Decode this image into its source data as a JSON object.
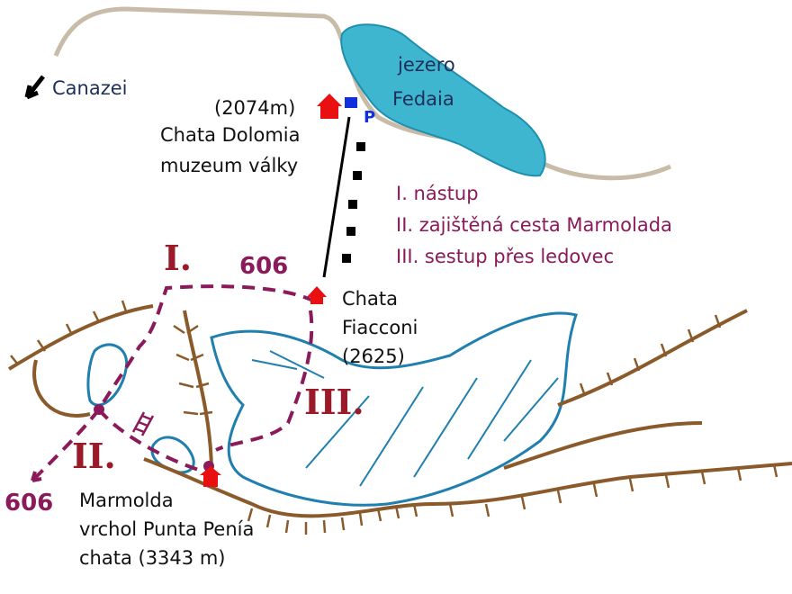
{
  "places": {
    "canazei": "Canazei",
    "lake_line1": "jezero",
    "lake_line2": "Fedaia",
    "dolomia_alt": "(2074m)",
    "dolomia_line1": "Chata Dolomia",
    "dolomia_line2": "muzeum války",
    "parking": "P",
    "fiacconi_line1": "Chata",
    "fiacconi_line2": "Fiacconi",
    "fiacconi_line3": "(2625)",
    "summit_line1": "Marmolda",
    "summit_line2": "vrchol Punta Penía",
    "summit_line3": "chata (3343 m)"
  },
  "legend": [
    "I.  nástup",
    "II. zajištěná cesta Marmolada",
    "III. sestup přes ledovec"
  ],
  "route_marks": {
    "stage1": "I.",
    "stage2": "II.",
    "stage3": "III.",
    "trail_top": "606",
    "trail_bottom": "606"
  },
  "colors": {
    "road": "#c8bca8",
    "lake": "#3fb6cf",
    "glacier": "#1f7fae",
    "ridge": "#8a5a2a",
    "route": "#8a1a5a",
    "hut": "#e81010"
  }
}
